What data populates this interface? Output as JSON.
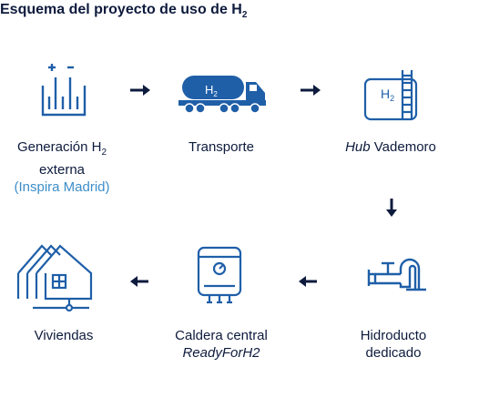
{
  "title": {
    "text": "Esquema del proyecto de uso de H",
    "sub": "2"
  },
  "icon_text": {
    "h2": "H",
    "h2_sub": "2"
  },
  "colors": {
    "icon": "#1f5fa8",
    "text": "#0e1b3d",
    "accent": "#3d8ec9",
    "arrow": "#0e1b3d"
  },
  "steps": [
    {
      "icon": "electrolyzer-icon",
      "line1": "Generación H",
      "line1_sub": "2",
      "line2": "externa",
      "line3": "(Inspira Madrid)"
    },
    {
      "icon": "tanker-truck-icon",
      "line1": "Transporte"
    },
    {
      "icon": "hub-tank-icon",
      "line1_em": "Hub",
      "line1": " Vademoro"
    },
    {
      "icon": "pipeline-valve-icon",
      "line1": "Hidroducto",
      "line2": "dedicado"
    },
    {
      "icon": "boiler-icon",
      "line1": "Caldera central",
      "line2_em": "ReadyForH2"
    },
    {
      "icon": "houses-icon",
      "line1": "Viviendas"
    }
  ]
}
